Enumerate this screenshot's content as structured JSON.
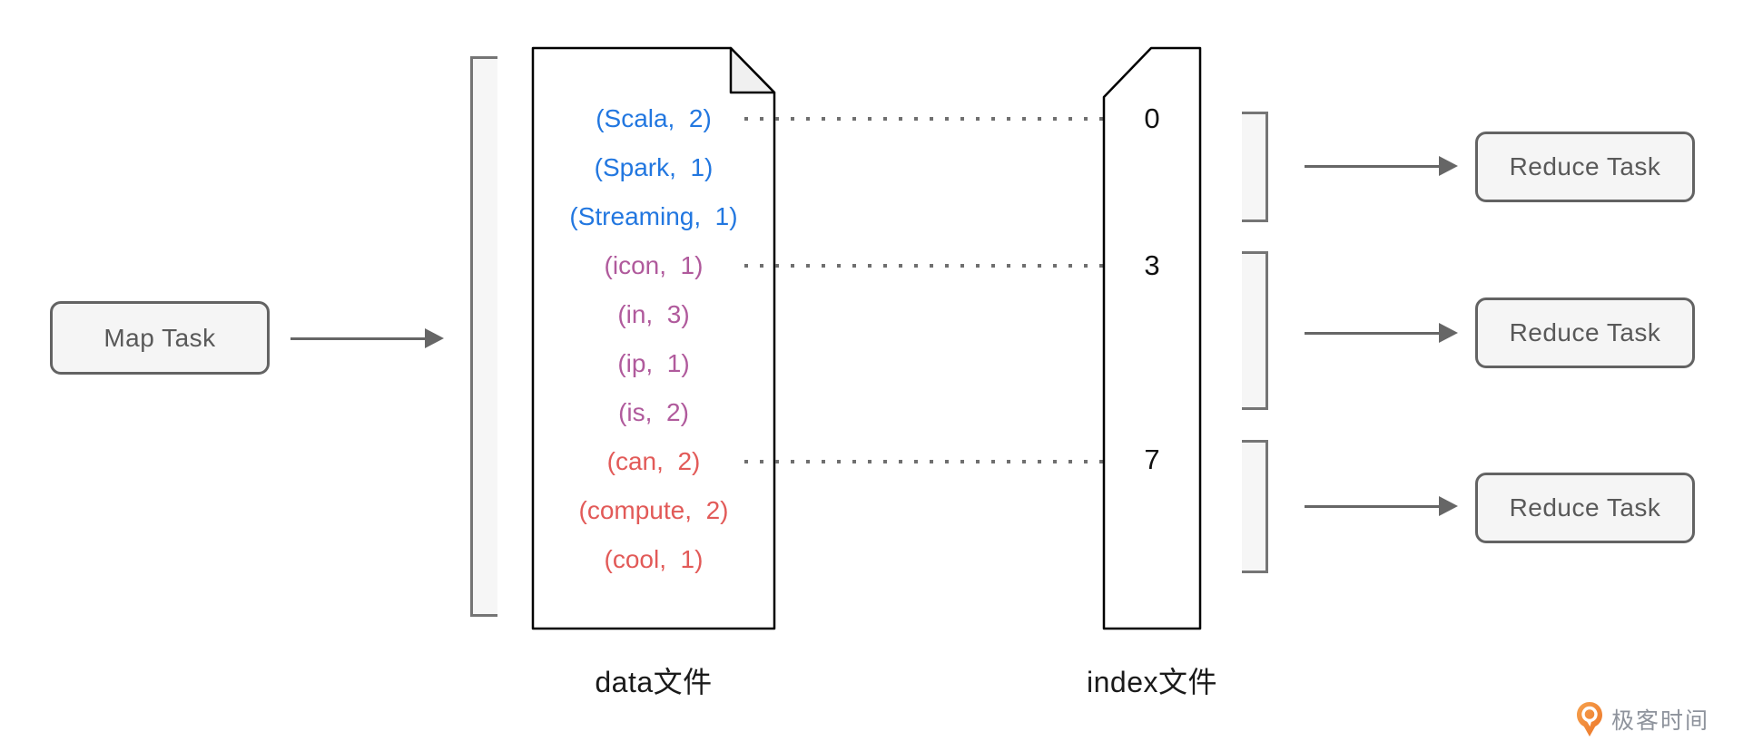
{
  "map_task": {
    "label": "Map Task"
  },
  "data_file": {
    "label": "data文件",
    "pairs": [
      {
        "text": "(Scala,  2)",
        "color": "#2277e0"
      },
      {
        "text": "(Spark,  1)",
        "color": "#2277e0"
      },
      {
        "text": "(Streaming,  1)",
        "color": "#2277e0"
      },
      {
        "text": "(icon,  1)",
        "color": "#b05a9c"
      },
      {
        "text": "(in,  3)",
        "color": "#b05a9c"
      },
      {
        "text": "(ip,  1)",
        "color": "#b05a9c"
      },
      {
        "text": "(is,  2)",
        "color": "#b05a9c"
      },
      {
        "text": "(can,  2)",
        "color": "#e25a58"
      },
      {
        "text": "(compute,  2)",
        "color": "#e25a58"
      },
      {
        "text": "(cool,  1)",
        "color": "#e25a58"
      }
    ]
  },
  "index_file": {
    "label": "index文件",
    "offsets": [
      "0",
      "3",
      "7"
    ]
  },
  "reduce_tasks": [
    {
      "label": "Reduce Task"
    },
    {
      "label": "Reduce Task"
    },
    {
      "label": "Reduce Task"
    }
  ],
  "logo": {
    "brand": "极客时间"
  },
  "palette": {
    "pair_blue": "#2277e0",
    "pair_purple": "#b05a9c",
    "pair_red": "#e25a58",
    "node_fill": "#f5f5f5",
    "node_border": "#636363",
    "node_text": "#595959",
    "bracket_border": "#757575",
    "bracket_fill": "#f6f6f6",
    "arrow": "#666666",
    "dotted_line": "#6f6f6f",
    "document_border": "#000000",
    "label_text": "#1a1a1a",
    "logo_orange": "#ee7d2c",
    "logo_text": "#8e939c"
  }
}
